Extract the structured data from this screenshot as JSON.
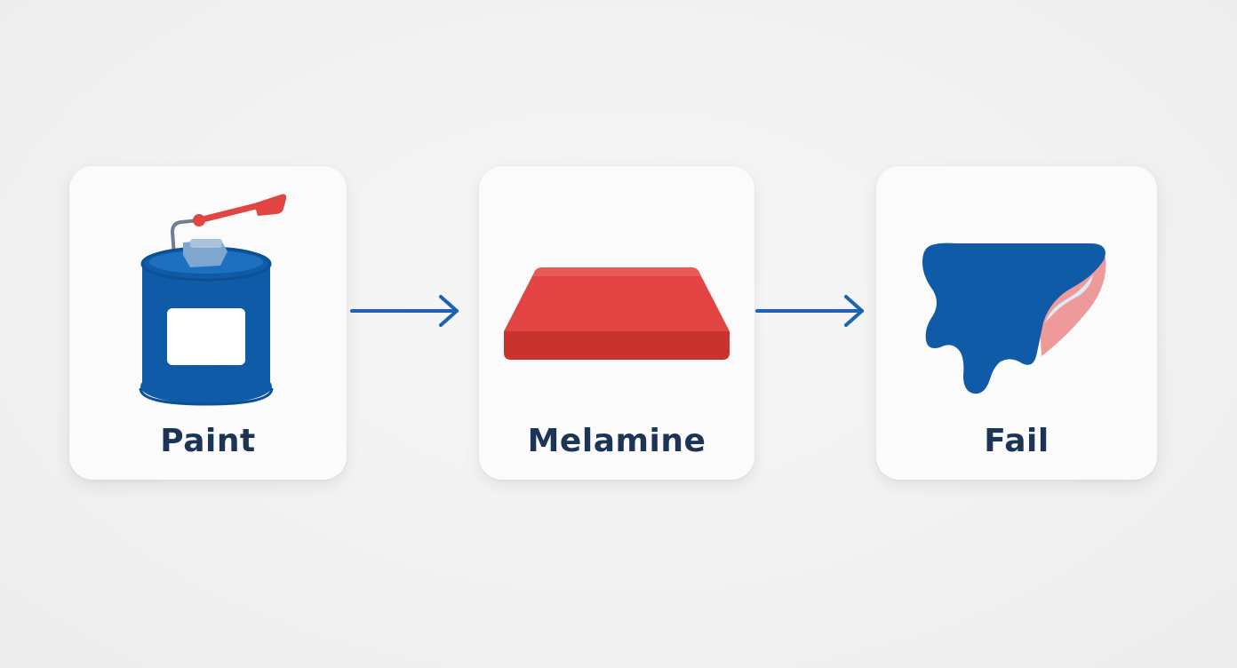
{
  "steps": [
    {
      "label": "Paint",
      "icon": "paint-can-icon"
    },
    {
      "label": "Melamine",
      "icon": "melamine-board-icon"
    },
    {
      "label": "Fail",
      "icon": "peeling-paint-icon"
    }
  ],
  "colors": {
    "label_text": "#1c3557",
    "primary_blue": "#0f5ba8",
    "accent_red": "#e24444",
    "arrow_blue": "#1a63b5",
    "card_background": "#fbfbfb",
    "page_background": "#f2f2f3",
    "peel_pink": "#ef9a9a"
  }
}
